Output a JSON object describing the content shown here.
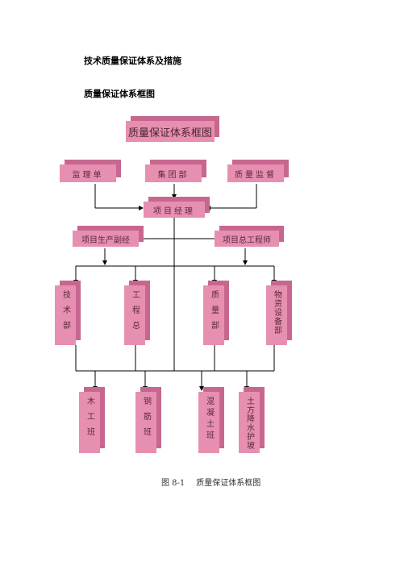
{
  "headings": {
    "h1": "技术质量保证体系及措施",
    "h2": "质量保证体系框图"
  },
  "chart": {
    "title_box": "质量保证体系框图",
    "top_row": [
      "监理单",
      "集团部",
      "质量监督"
    ],
    "manager": "项目经理",
    "deputies": [
      "项目生产副经",
      "项目总工程师"
    ],
    "departments": [
      "技术部",
      "工程总",
      "质量部",
      "物资设备部"
    ],
    "teams": [
      "木工班",
      "钢筋班",
      "混凝土班",
      "土方降水护坡"
    ]
  },
  "caption": {
    "number": "图 8-1",
    "text": "质量保证体系框图"
  },
  "colors": {
    "box_fill": "#e78fb1",
    "box_shadow": "#c76790"
  }
}
